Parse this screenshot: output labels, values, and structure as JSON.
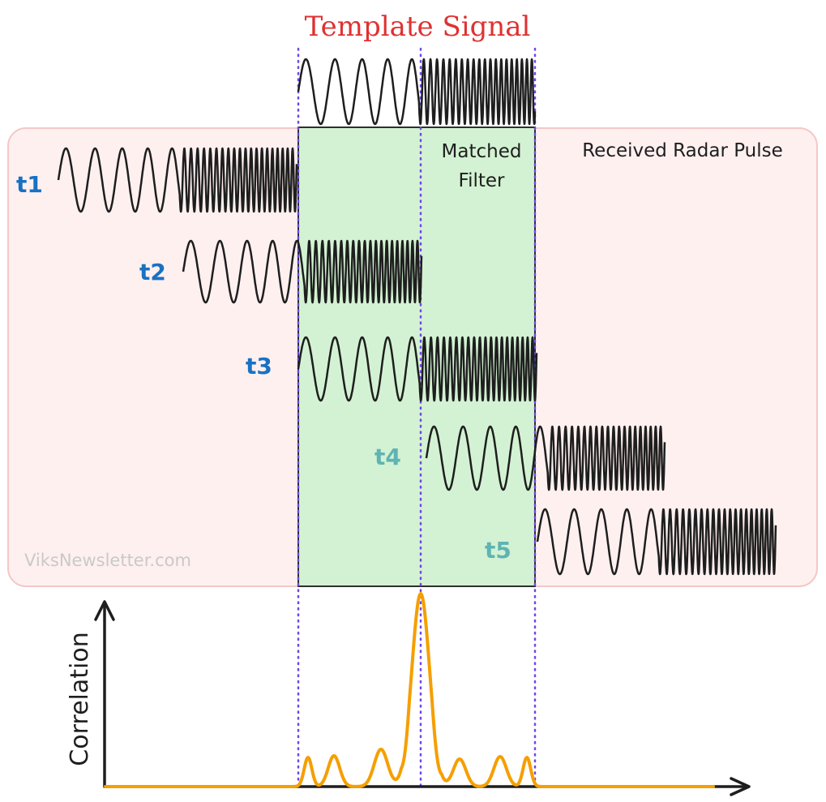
{
  "title": "Template Signal",
  "received_label": "Received Radar Pulse",
  "filter_label_line1": "Matched",
  "filter_label_line2": "Filter",
  "watermark": "ViksNewsletter.com",
  "y_axis_label": "Correlation",
  "time_labels": [
    "t1",
    "t2",
    "t3",
    "t4",
    "t5"
  ],
  "colors": {
    "title": "#e03131",
    "pulse_bg": "#fff0f0",
    "pulse_border": "#f4c7c7",
    "filter_bg": "#d3f2d3",
    "filter_border": "#2f2f2f",
    "guide": "#7048e8",
    "signal": "#1e1e1e",
    "correlation": "#f59f00",
    "label_blue": "#1971c2",
    "label_teal": "#5fb3b3",
    "watermark": "#c9c9c9",
    "axis": "#1e1e1e"
  }
}
